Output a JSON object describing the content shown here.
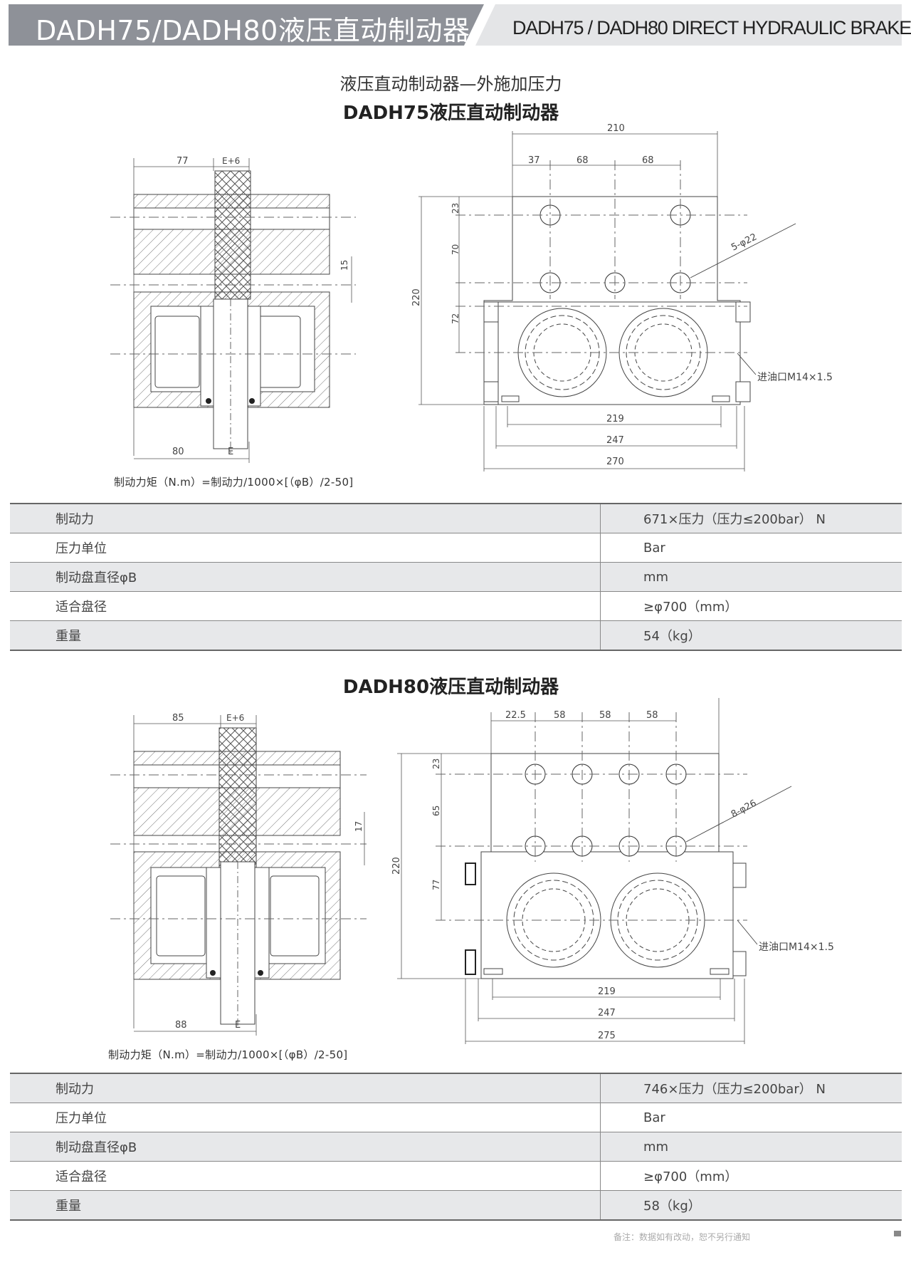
{
  "header": {
    "title": "DADH75/DADH80液压直动制动器",
    "subtitle": "DADH75 / DADH80 DIRECT HYDRAULIC BRAKE"
  },
  "section_caption": "液压直动制动器—外施加压力",
  "models": [
    {
      "title": "DADH75液压直动制动器",
      "side_dims": {
        "top_a": "77",
        "top_b": "E+6",
        "bottom_a": "80",
        "bottom_b": "E",
        "gap": "15"
      },
      "front_dims": {
        "width": "210",
        "col1": "37",
        "col2": "68",
        "col3": "68",
        "row1": "23",
        "row2": "70",
        "row3": "72",
        "height": "220",
        "holes": "5-φ22",
        "oil_port": "进油口M14×1.5",
        "w1": "219",
        "w2": "247",
        "w3": "270"
      },
      "formula": "制动力矩（N.m）=制动力/1000×[（φB）/2-50]",
      "specs": [
        {
          "label": "制动力",
          "value": "671×压力（压力≤200bar）  N"
        },
        {
          "label": "压力单位",
          "value": "Bar"
        },
        {
          "label": "制动盘直径φB",
          "value": "mm"
        },
        {
          "label": "适合盘径",
          "value": "≥φ700（mm）"
        },
        {
          "label": "重量",
          "value": "54（kg）"
        }
      ]
    },
    {
      "title": "DADH80液压直动制动器",
      "side_dims": {
        "top_a": "85",
        "top_b": "E+6",
        "bottom_a": "88",
        "bottom_b": "E",
        "gap": "17"
      },
      "front_dims": {
        "col1": "22.5",
        "col2": "58",
        "col3": "58",
        "col4": "58",
        "row1": "23",
        "row2": "65",
        "row3": "77",
        "height": "220",
        "holes": "8-φ26",
        "oil_port": "进油口M14×1.5",
        "w1": "219",
        "w2": "247",
        "w3": "275"
      },
      "formula": "制动力矩（N.m）=制动力/1000×[（φB）/2-50]",
      "specs": [
        {
          "label": "制动力",
          "value": "746×压力（压力≤200bar）  N"
        },
        {
          "label": "压力单位",
          "value": "Bar"
        },
        {
          "label": "制动盘直径φB",
          "value": "mm"
        },
        {
          "label": "适合盘径",
          "value": "≥φ700（mm）"
        },
        {
          "label": "重量",
          "value": "58（kg）"
        }
      ]
    }
  ],
  "footnote": "备注：数据如有改动，恕不另行通知"
}
